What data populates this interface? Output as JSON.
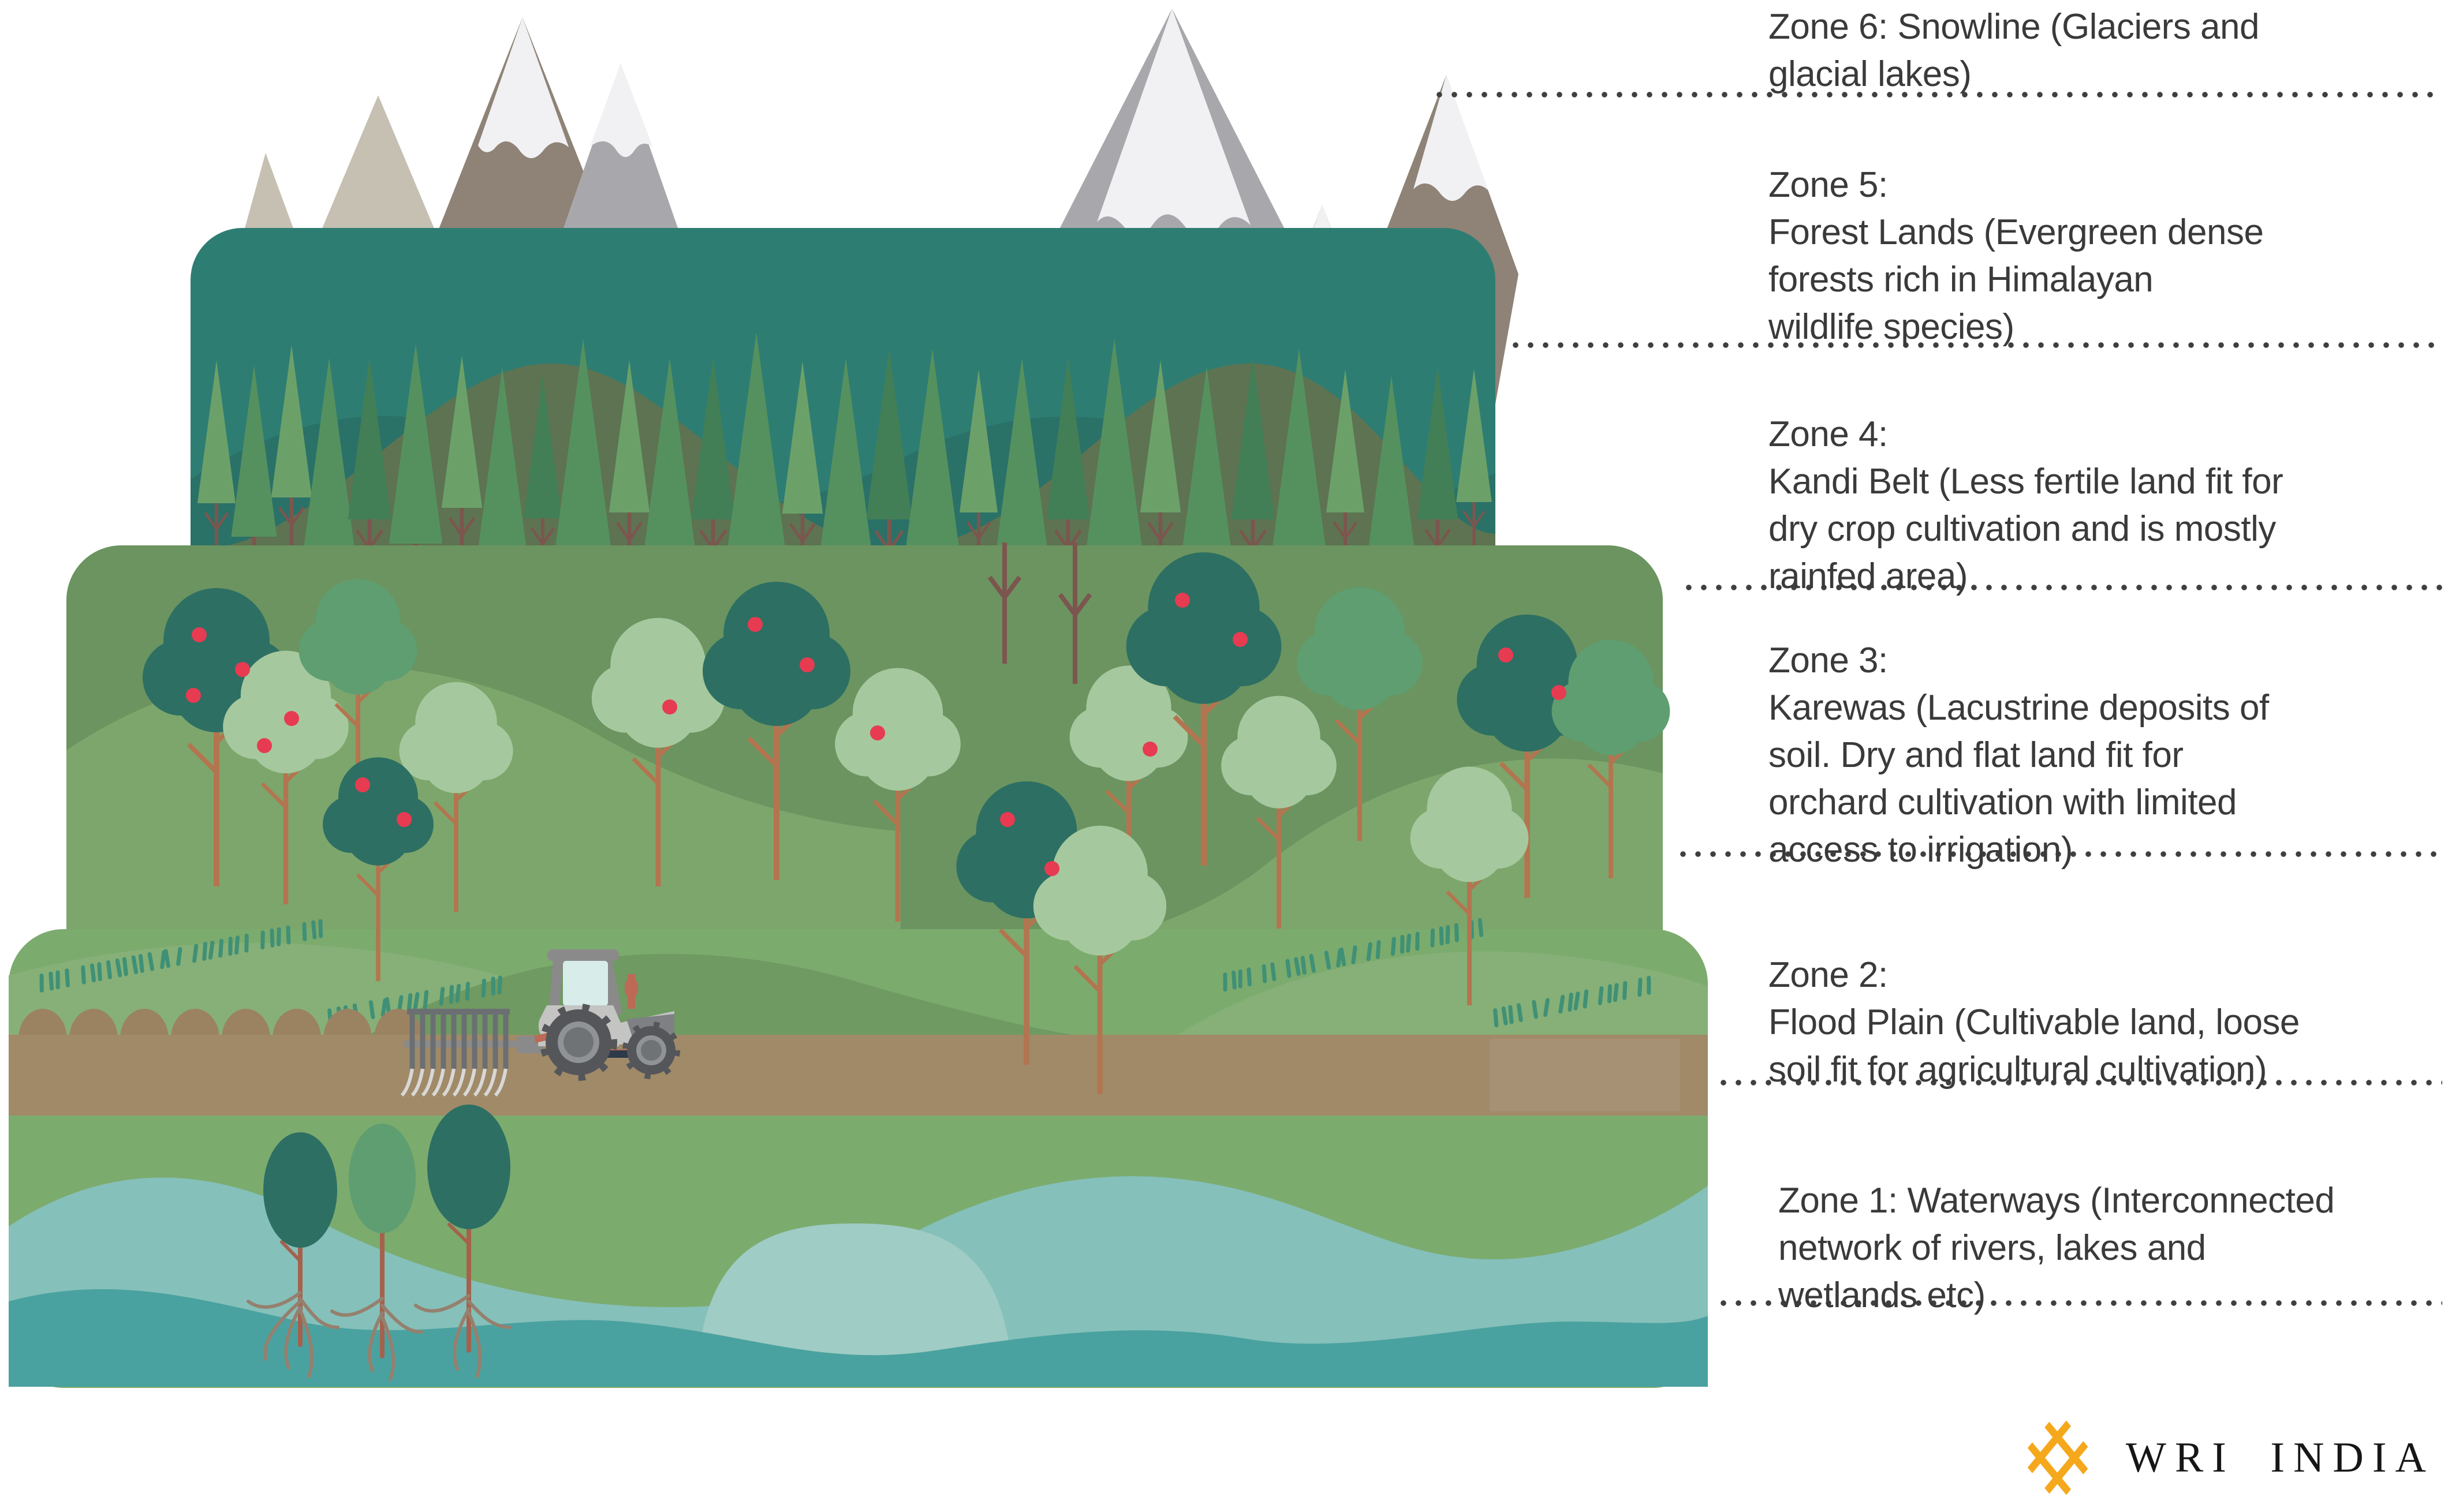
{
  "zones": [
    {
      "id": "zone-6",
      "label_lines": [
        "Zone 6: Snowline (Glaciers and",
        "glacial lakes)"
      ]
    },
    {
      "id": "zone-5",
      "label_lines": [
        "Zone 5:",
        "Forest Lands (Evergreen dense",
        "forests rich in Himalayan",
        "wildlife species)"
      ]
    },
    {
      "id": "zone-4",
      "label_lines": [
        "Zone 4:",
        "Kandi Belt (Less fertile land fit for",
        "dry crop cultivation and is mostly",
        "rainfed area)"
      ]
    },
    {
      "id": "zone-3",
      "label_lines": [
        "Zone 3:",
        "Karewas (Lacustrine deposits of",
        "soil. Dry and flat land fit for",
        "orchard cultivation with limited",
        "access to irrigation)"
      ]
    },
    {
      "id": "zone-2",
      "label_lines": [
        "Zone 2:",
        "Flood Plain (Cultivable land, loose",
        "soil fit for agricultural cultivation)"
      ]
    },
    {
      "id": "zone-1",
      "label_lines": [
        "Zone 1: Waterways (Interconnected",
        "network of rivers, lakes and",
        "wetlands etc)"
      ]
    }
  ],
  "logo": {
    "text": "WRI INDIA",
    "icon": "wri-woven-diamond-icon"
  },
  "colors": {
    "page-bg": "#ffffff",
    "label-text": "#3a3a3a",
    "dot-color": "#3f3f3f",
    "mountain-light": "#c6c0b2",
    "mountain-taupe": "#8e8376",
    "mountain-gray": "#a8a8ac",
    "snow": "#f1f1f3",
    "forest-teal": "#2e7d73",
    "forest-teal-dark": "#2a7168",
    "kandi-olive": "#5d7351",
    "pine-1": "#55915f",
    "pine-2": "#6ba169",
    "pine-3": "#427f56",
    "pine-trunk": "#7c564e",
    "karewas-green": "#6b9460",
    "karewas-light": "#7da66c",
    "otree-dark": "#2d6f63",
    "otree-mid": "#5f9e70",
    "otree-pale": "#a6c89e",
    "otree-trunk": "#b3754f",
    "fruit-red": "#e73b52",
    "plain-green": "#7cab6e",
    "plain-light": "#86b077",
    "plain-hill": "#6f9a62",
    "grass-mark": "#3f9076",
    "soil-brown": "#a08a68",
    "soil-mound": "#9b8261",
    "soil-light": "#ab9780",
    "water-light": "#85c0ba",
    "water-pale": "#9fccc4",
    "water-dark": "#4aa2a0",
    "root-brown": "#95806e",
    "riv-trunk": "#a4624d",
    "tractor-body": "#c4c4c2",
    "tractor-dark": "#7e8083",
    "tractor-frame": "#8a8a8a",
    "tractor-window": "#d8ecea",
    "tractor-red": "#bc6a55",
    "tractor-navy": "#2c3a4a",
    "wheel-dark": "#54565a",
    "wheel-hub": "#909396",
    "wheel-inner": "#707376",
    "plough-gray": "#8a8a8a",
    "plough-dark": "#6b6f72",
    "plough-tine": "#d8d8d6",
    "logo-gold": "#f5a81c",
    "logo-text": "#161616"
  }
}
